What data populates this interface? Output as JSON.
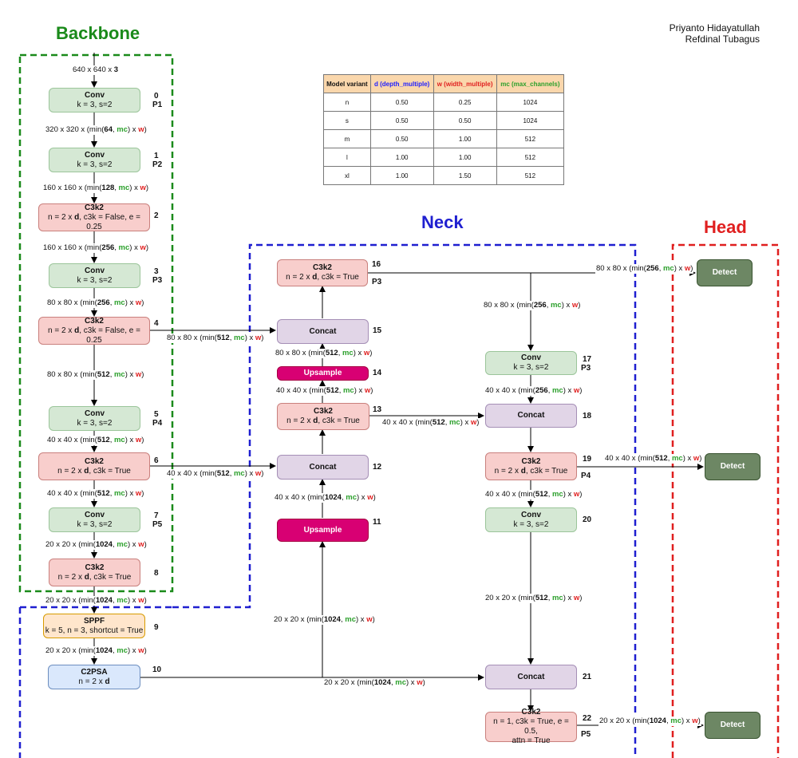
{
  "authors": [
    "Priyanto Hidayatullah",
    "Refdinal Tubagus"
  ],
  "sections": {
    "backbone": "Backbone",
    "neck": "Neck",
    "head": "Head"
  },
  "colors": {
    "backbone": "#1a8a1a",
    "neck": "#1f1fd0",
    "head": "#e01f1f",
    "mc": "#2ca02c",
    "w": "#e02020",
    "d": "#2020ff"
  },
  "table": {
    "headers": [
      "Model variant",
      "d (depth_multiple)",
      "w (width_multiple)",
      "mc (max_channels)"
    ],
    "rows": [
      [
        "n",
        "0.50",
        "0.25",
        "1024"
      ],
      [
        "s",
        "0.50",
        "0.50",
        "1024"
      ],
      [
        "m",
        "0.50",
        "1.00",
        "512"
      ],
      [
        "l",
        "1.00",
        "1.00",
        "512"
      ],
      [
        "xl",
        "1.00",
        "1.50",
        "512"
      ]
    ]
  },
  "input_label": {
    "pre": "640 x 640 x ",
    "bold": "3"
  },
  "nodes": {
    "n0": {
      "title": "Conv",
      "params": "k = 3, s=2",
      "index": "0",
      "level": "P1"
    },
    "n1": {
      "title": "Conv",
      "params": "k = 3, s=2",
      "index": "1",
      "level": "P2"
    },
    "n2": {
      "title": "C3k2",
      "params_pre": "n = 2 x ",
      "params_bold": "d",
      "params_post": ", c3k = False, e = 0.25",
      "index": "2"
    },
    "n3": {
      "title": "Conv",
      "params": "k = 3, s=2",
      "index": "3",
      "level": "P3"
    },
    "n4": {
      "title": "C3k2",
      "params_pre": "n = 2 x ",
      "params_bold": "d",
      "params_post": ", c3k = False, e = 0.25",
      "index": "4"
    },
    "n5": {
      "title": "Conv",
      "params": "k = 3, s=2",
      "index": "5",
      "level": "P4"
    },
    "n6": {
      "title": "C3k2",
      "params_pre": "n = 2 x ",
      "params_bold": "d",
      "params_post": ", c3k = True",
      "index": "6"
    },
    "n7": {
      "title": "Conv",
      "params": "k = 3, s=2",
      "index": "7",
      "level": "P5"
    },
    "n8": {
      "title": "C3k2",
      "params_pre": "n = 2 x ",
      "params_bold": "d",
      "params_post": ", c3k = True",
      "index": "8"
    },
    "n9": {
      "title": "SPPF",
      "params": "k = 5, n = 3, shortcut = True",
      "index": "9"
    },
    "n10": {
      "title": "C2PSA",
      "params_pre": "n = 2 x ",
      "params_bold": "d",
      "index": "10"
    },
    "n11": {
      "title": "Upsample",
      "index": "11"
    },
    "n12": {
      "title": "Concat",
      "index": "12"
    },
    "n13": {
      "title": "C3k2",
      "params_pre": "n = 2 x ",
      "params_bold": "d",
      "params_post": ", c3k = True",
      "index": "13"
    },
    "n14": {
      "title": "Upsample",
      "index": "14"
    },
    "n15": {
      "title": "Concat",
      "index": "15"
    },
    "n16": {
      "title": "C3k2",
      "params_pre": "n = 2 x ",
      "params_bold": "d",
      "params_post": ", c3k = True",
      "index": "16",
      "level": "P3"
    },
    "n17": {
      "title": "Conv",
      "params": "k = 3, s=2",
      "index": "17",
      "level": "P3"
    },
    "n18": {
      "title": "Concat",
      "index": "18"
    },
    "n19": {
      "title": "C3k2",
      "params_pre": "n = 2 x ",
      "params_bold": "d",
      "params_post": ", c3k = True",
      "index": "19",
      "level": "P4"
    },
    "n20": {
      "title": "Conv",
      "params": "k = 3, s=2",
      "index": "20"
    },
    "n21": {
      "title": "Concat",
      "index": "21"
    },
    "n22": {
      "title": "C3k2",
      "params": "n = 1, c3k = True, e = 0.5,",
      "params2": "attn = True",
      "index": "22",
      "level": "P5"
    },
    "d1": {
      "title": "Detect"
    },
    "d2": {
      "title": "Detect"
    },
    "d3": {
      "title": "Detect"
    }
  },
  "edges": {
    "e0": {
      "pre": "320 x 320 x (min(",
      "num": "64",
      "sep": ", ",
      "mc": "mc",
      "mid": ") x ",
      "w": "w",
      "post": ")"
    },
    "e1": {
      "pre": "160 x 160 x (min(",
      "num": "128",
      "sep": ", ",
      "mc": "mc",
      "mid": ") x ",
      "w": "w",
      "post": ")"
    },
    "e2": {
      "pre": "160 x 160 x (min(",
      "num": "256",
      "sep": ", ",
      "mc": "mc",
      "mid": ") x ",
      "w": "w",
      "post": ")"
    },
    "e3": {
      "pre": "80 x 80 x (min(",
      "num": "256",
      "sep": ", ",
      "mc": "mc",
      "mid": ") x ",
      "w": "w",
      "post": ")"
    },
    "e4": {
      "pre": "80 x 80 x (min(",
      "num": "512",
      "sep": ", ",
      "mc": "mc",
      "mid": ") x ",
      "w": "w",
      "post": ")"
    },
    "e4b": {
      "pre": "80 x 80 x (min(",
      "num": "512",
      "sep": ", ",
      "mc": "mc",
      "mid": ") x ",
      "w": "w",
      "post": ")"
    },
    "e5": {
      "pre": "40 x 40 x (min(",
      "num": "512",
      "sep": ", ",
      "mc": "mc",
      "mid": ") x ",
      "w": "w",
      "post": ")"
    },
    "e6": {
      "pre": "40 x 40 x (min(",
      "num": "512",
      "sep": ", ",
      "mc": "mc",
      "mid": ") x ",
      "w": "w",
      "post": ")"
    },
    "e6b": {
      "pre": "40 x 40 x (min(",
      "num": "512",
      "sep": ", ",
      "mc": "mc",
      "mid": ") x ",
      "w": "w",
      "post": ")"
    },
    "e7": {
      "pre": "20 x 20 x (min(",
      "num": "1024",
      "sep": ", ",
      "mc": "mc",
      "mid": ") x ",
      "w": "w",
      "post": ")"
    },
    "e8": {
      "pre": "20 x 20 x (min(",
      "num": "1024",
      "sep": ", ",
      "mc": "mc",
      "mid": ") x ",
      "w": "w",
      "post": ")"
    },
    "e9": {
      "pre": "20 x 20 x (min(",
      "num": "1024",
      "sep": ", ",
      "mc": "mc",
      "mid": ") x ",
      "w": "w",
      "post": ")"
    },
    "e10": {
      "pre": "20 x 20 x (min(",
      "num": "1024",
      "sep": ", ",
      "mc": "mc",
      "mid": ") x ",
      "w": "w",
      "post": ")"
    },
    "e10b": {
      "pre": "20 x 20 x (min(",
      "num": "1024",
      "sep": ", ",
      "mc": "mc",
      "mid": ") x ",
      "w": "w",
      "post": ")"
    },
    "e11": {
      "pre": "40 x 40 x (min(",
      "num": "1024",
      "sep": ", ",
      "mc": "mc",
      "mid": ") x ",
      "w": "w",
      "post": ")"
    },
    "e13": {
      "pre": "40 x 40 x (min(",
      "num": "512",
      "sep": ", ",
      "mc": "mc",
      "mid": ") x ",
      "w": "w",
      "post": ")"
    },
    "e13b": {
      "pre": "40 x 40 x (min(",
      "num": "512",
      "sep": ", ",
      "mc": "mc",
      "mid": ") x ",
      "w": "w",
      "post": ")"
    },
    "e14": {
      "pre": "80 x 80 x (min(",
      "num": "512",
      "sep": ", ",
      "mc": "mc",
      "mid": ") x ",
      "w": "w",
      "post": ")"
    },
    "e16": {
      "pre": "80 x 80 x (min(",
      "num": "256",
      "sep": ", ",
      "mc": "mc",
      "mid": ") x ",
      "w": "w",
      "post": ")"
    },
    "e16b": {
      "pre": "80 x 80 x (min(",
      "num": "256",
      "sep": ", ",
      "mc": "mc",
      "mid": ") x ",
      "w": "w",
      "post": ")"
    },
    "e17": {
      "pre": "40 x 40 x (min(",
      "num": "256",
      "sep": ", ",
      "mc": "mc",
      "mid": ") x ",
      "w": "w",
      "post": ")"
    },
    "e19": {
      "pre": "40 x 40 x (min(",
      "num": "512",
      "sep": ", ",
      "mc": "mc",
      "mid": ") x ",
      "w": "w",
      "post": ")"
    },
    "e19b": {
      "pre": "40 x 40 x (min(",
      "num": "512",
      "sep": ", ",
      "mc": "mc",
      "mid": ") x ",
      "w": "w",
      "post": ")"
    },
    "e20": {
      "pre": "20 x 20 x (min(",
      "num": "512",
      "sep": ", ",
      "mc": "mc",
      "mid": ") x ",
      "w": "w",
      "post": ")"
    },
    "e22": {
      "pre": "20 x 20 x (min(",
      "num": "1024",
      "sep": ", ",
      "mc": "mc",
      "mid": ") x ",
      "w": "w",
      "post": ")"
    }
  }
}
